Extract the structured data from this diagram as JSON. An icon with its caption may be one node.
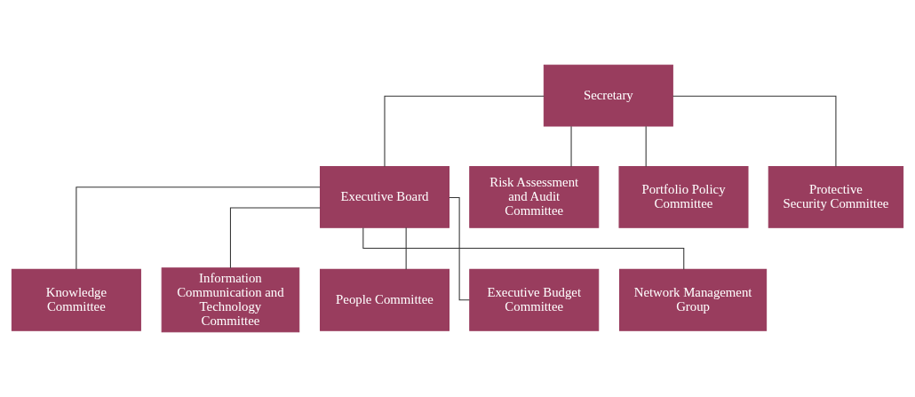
{
  "diagram": {
    "nodes": [
      {
        "text": [
          "Secretary"
        ]
      },
      {
        "text": [
          "Executive Board"
        ]
      },
      {
        "text": [
          "Risk Assessment and Audit Committee"
        ]
      },
      {
        "text": [
          "Portfolio Policy Committee"
        ]
      },
      {
        "text": [
          "Protective Security Committee"
        ]
      },
      {
        "text": [
          "Knowledge Committee"
        ]
      },
      {
        "text": [
          "Information Communication and Technology Committee"
        ]
      },
      {
        "text": [
          "People Committee"
        ]
      },
      {
        "text": [
          "Executive Budget Committee"
        ]
      },
      {
        "text": [
          "Network Management Group"
        ]
      }
    ],
    "edges": [
      {
        "from": 0,
        "to": 1,
        "arrow": "none"
      },
      {
        "from": 0,
        "to": 2,
        "arrow": "none"
      },
      {
        "from": 0,
        "to": 3,
        "arrow": "none"
      },
      {
        "from": 0,
        "to": 4,
        "arrow": "none"
      },
      {
        "from": 1,
        "to": 5,
        "arrow": "none"
      },
      {
        "from": 1,
        "to": 6,
        "arrow": "none"
      },
      {
        "from": 1,
        "to": 7,
        "arrow": "none"
      },
      {
        "from": 1,
        "to": 8,
        "arrow": "none"
      },
      {
        "from": 1,
        "to": 9,
        "arrow": "none"
      }
    ]
  }
}
